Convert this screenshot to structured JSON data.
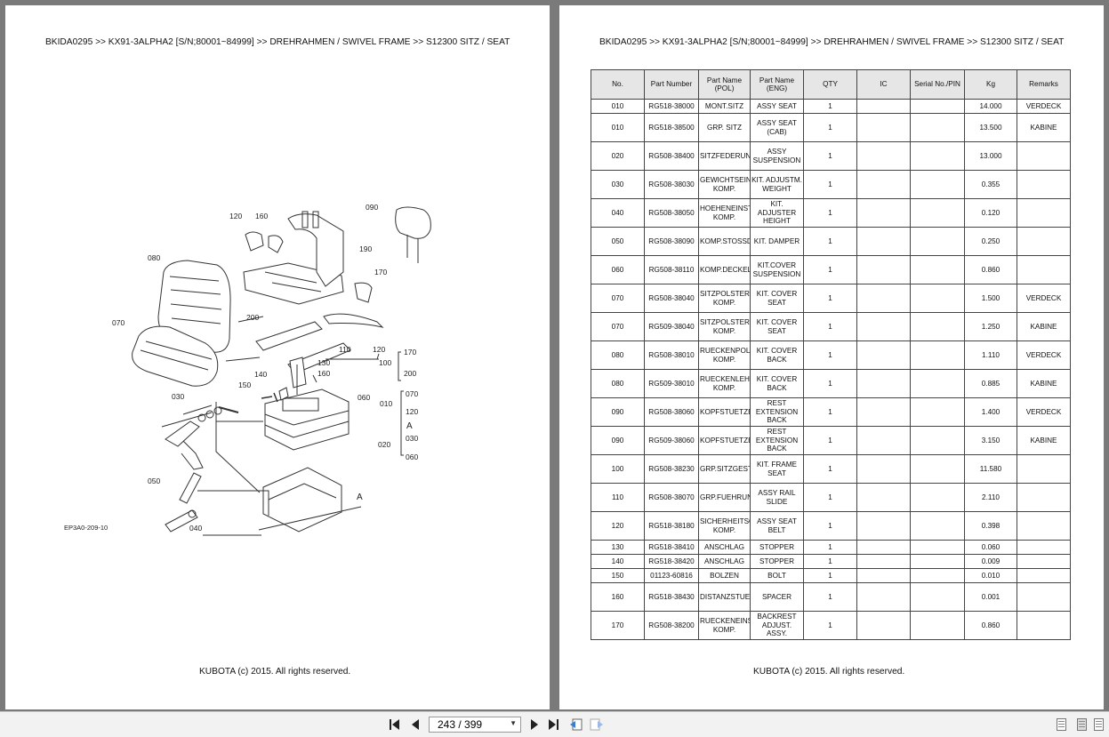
{
  "left_page": {
    "breadcrumb": "BKIDA0295 >> KX91-3ALPHA2 [S/N;80001~84999] >> DREHRAHMEN / SWIVEL FRAME >> S12300   SITZ / SEAT",
    "diagram_code": "EP3A0-209-10",
    "callouts": [
      "120",
      "160",
      "090",
      "190",
      "170",
      "080",
      "200",
      "070",
      "110",
      "120",
      "130",
      "160",
      "100",
      "170",
      "200",
      "140",
      "150",
      "030",
      "060",
      "010",
      "070",
      "120",
      "A",
      "020",
      "030",
      "060",
      "050",
      "040",
      "A"
    ],
    "footer": "KUBOTA (c) 2015. All rights reserved."
  },
  "right_page": {
    "breadcrumb": "BKIDA0295 >> KX91-3ALPHA2 [S/N;80001~84999] >> DREHRAHMEN / SWIVEL FRAME >> S12300   SITZ / SEAT",
    "footer": "KUBOTA (c) 2015. All rights reserved.",
    "table": {
      "headers": [
        "No.",
        "Part Number",
        "Part Name (POL)",
        "Part Name (ENG)",
        "QTY",
        "IC",
        "Serial No./PIN",
        "Kg",
        "Remarks"
      ],
      "rows": [
        {
          "no": "010",
          "part_number": "RG518-38000",
          "name_pol": "MONT.SITZ",
          "name_eng": "ASSY SEAT",
          "qty": "1",
          "ic": "",
          "serial": "",
          "kg": "14.000",
          "remarks": "VERDECK"
        },
        {
          "no": "010",
          "part_number": "RG518-38500",
          "name_pol": "GRP. SITZ",
          "name_eng": "ASSY SEAT (CAB)",
          "qty": "1",
          "ic": "",
          "serial": "",
          "kg": "13.500",
          "remarks": "KABINE"
        },
        {
          "no": "020",
          "part_number": "RG508-38400",
          "name_pol": "SITZFEDERUNG",
          "name_eng": "ASSY SUSPENSION",
          "qty": "1",
          "ic": "",
          "serial": "",
          "kg": "13.000",
          "remarks": ""
        },
        {
          "no": "030",
          "part_number": "RG508-38030",
          "name_pol": "GEWICHTSEINSTELLUNG KOMP.",
          "name_eng": "KIT. ADJUSTM. WEIGHT",
          "qty": "1",
          "ic": "",
          "serial": "",
          "kg": "0.355",
          "remarks": ""
        },
        {
          "no": "040",
          "part_number": "RG508-38050",
          "name_pol": "HOEHENEINSTELLUNG KOMP.",
          "name_eng": "KIT. ADJUSTER HEIGHT",
          "qty": "1",
          "ic": "",
          "serial": "",
          "kg": "0.120",
          "remarks": ""
        },
        {
          "no": "050",
          "part_number": "RG508-38090",
          "name_pol": "KOMP.STOSSDAEMPFER",
          "name_eng": "KIT. DAMPER",
          "qty": "1",
          "ic": "",
          "serial": "",
          "kg": "0.250",
          "remarks": ""
        },
        {
          "no": "060",
          "part_number": "RG508-38110",
          "name_pol": "KOMP.DECKEL",
          "name_eng": "KIT.COVER SUSPENSION",
          "qty": "1",
          "ic": "",
          "serial": "",
          "kg": "0.860",
          "remarks": ""
        },
        {
          "no": "070",
          "part_number": "RG508-38040",
          "name_pol": "SITZPOLSTER KOMP.",
          "name_eng": "KIT. COVER SEAT",
          "qty": "1",
          "ic": "",
          "serial": "",
          "kg": "1.500",
          "remarks": "VERDECK"
        },
        {
          "no": "070",
          "part_number": "RG509-38040",
          "name_pol": "SITZPOLSTER KOMP.",
          "name_eng": "KIT. COVER SEAT",
          "qty": "1",
          "ic": "",
          "serial": "",
          "kg": "1.250",
          "remarks": "KABINE"
        },
        {
          "no": "080",
          "part_number": "RG508-38010",
          "name_pol": "RUECKENPOLSTER KOMP.",
          "name_eng": "KIT. COVER BACK",
          "qty": "1",
          "ic": "",
          "serial": "",
          "kg": "1.110",
          "remarks": "VERDECK"
        },
        {
          "no": "080",
          "part_number": "RG509-38010",
          "name_pol": "RUECKENLEHNENPOLSTER KOMP.",
          "name_eng": "KIT. COVER BACK",
          "qty": "1",
          "ic": "",
          "serial": "",
          "kg": "0.885",
          "remarks": "KABINE"
        },
        {
          "no": "090",
          "part_number": "RG508-38060",
          "name_pol": "KOPFSTUETZE",
          "name_eng": "REST EXTENSION BACK",
          "qty": "1",
          "ic": "",
          "serial": "",
          "kg": "1.400",
          "remarks": "VERDECK"
        },
        {
          "no": "090",
          "part_number": "RG509-38060",
          "name_pol": "KOPFSTUETZE",
          "name_eng": "REST EXTENSION BACK",
          "qty": "1",
          "ic": "",
          "serial": "",
          "kg": "3.150",
          "remarks": "KABINE"
        },
        {
          "no": "100",
          "part_number": "RG508-38230",
          "name_pol": "GRP.SITZGESTELL",
          "name_eng": "KIT. FRAME SEAT",
          "qty": "1",
          "ic": "",
          "serial": "",
          "kg": "11.580",
          "remarks": ""
        },
        {
          "no": "110",
          "part_number": "RG508-38070",
          "name_pol": "GRP.FUEHRUNGSSCHIENE",
          "name_eng": "ASSY RAIL SLIDE",
          "qty": "1",
          "ic": "",
          "serial": "",
          "kg": "2.110",
          "remarks": ""
        },
        {
          "no": "120",
          "part_number": "RG518-38180",
          "name_pol": "SICHERHEITSGURT KOMP.",
          "name_eng": "ASSY SEAT BELT",
          "qty": "1",
          "ic": "",
          "serial": "",
          "kg": "0.398",
          "remarks": ""
        },
        {
          "no": "130",
          "part_number": "RG518-38410",
          "name_pol": "ANSCHLAG",
          "name_eng": "STOPPER",
          "qty": "1",
          "ic": "",
          "serial": "",
          "kg": "0.060",
          "remarks": ""
        },
        {
          "no": "140",
          "part_number": "RG518-38420",
          "name_pol": "ANSCHLAG",
          "name_eng": "STOPPER",
          "qty": "1",
          "ic": "",
          "serial": "",
          "kg": "0.009",
          "remarks": ""
        },
        {
          "no": "150",
          "part_number": "01123-60816",
          "name_pol": "BOLZEN",
          "name_eng": "BOLT",
          "qty": "1",
          "ic": "",
          "serial": "",
          "kg": "0.010",
          "remarks": ""
        },
        {
          "no": "160",
          "part_number": "RG518-38430",
          "name_pol": "DISTANZSTUECK",
          "name_eng": "SPACER",
          "qty": "1",
          "ic": "",
          "serial": "",
          "kg": "0.001",
          "remarks": ""
        },
        {
          "no": "170",
          "part_number": "RG508-38200",
          "name_pol": "RUECKENEINSTELLUNG KOMP.",
          "name_eng": "BACKREST ADJUST. ASSY.",
          "qty": "1",
          "ic": "",
          "serial": "",
          "kg": "0.860",
          "remarks": ""
        }
      ]
    }
  },
  "toolbar": {
    "page_display": "243 / 399",
    "icons": [
      "first-page-icon",
      "prev-page-icon",
      "next-page-icon",
      "last-page-icon",
      "go-back-icon",
      "go-forward-icon",
      "single-page-view-icon",
      "facing-view-icon",
      "continuous-view-icon"
    ]
  }
}
